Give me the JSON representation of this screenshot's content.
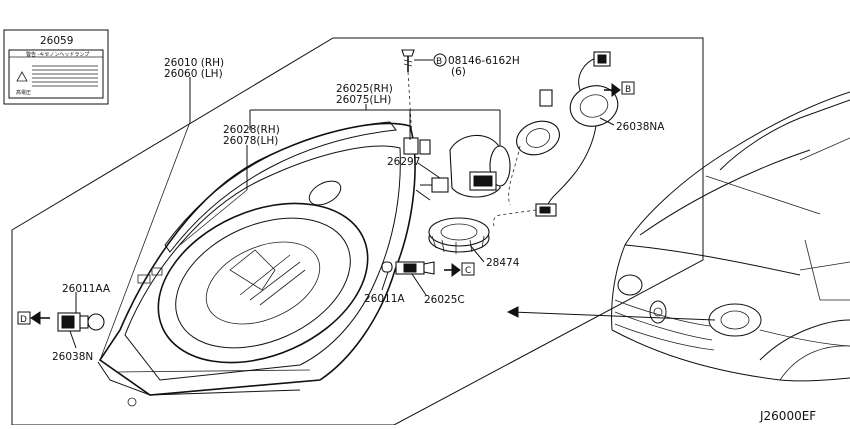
{
  "diagram_code": "J26000EF",
  "label_box": {
    "part_no": "26059",
    "warning_text": "警告 ‑キセノンヘッドランプ",
    "footer_text": "高電圧"
  },
  "callouts": {
    "headlamp_rh": "26010 (RH)",
    "headlamp_lh": "26060 (LH)",
    "housing_rh": "26025(RH)",
    "housing_lh": "26075(LH)",
    "bezel_rh": "26028(RH)",
    "bezel_lh": "26078(LH)",
    "bolt_circle": "B",
    "bolt_no": "08146-6162H",
    "bolt_qty": "(6)",
    "xenon_bulb": "26297",
    "socket_na": "26038NA",
    "ballast": "28474",
    "bulb_a": "26011A",
    "socket_c": "26025C",
    "bulb_aa": "26011AA",
    "socket_n": "26038N"
  },
  "refs": {
    "b": "B",
    "c": "C",
    "d": "D"
  }
}
